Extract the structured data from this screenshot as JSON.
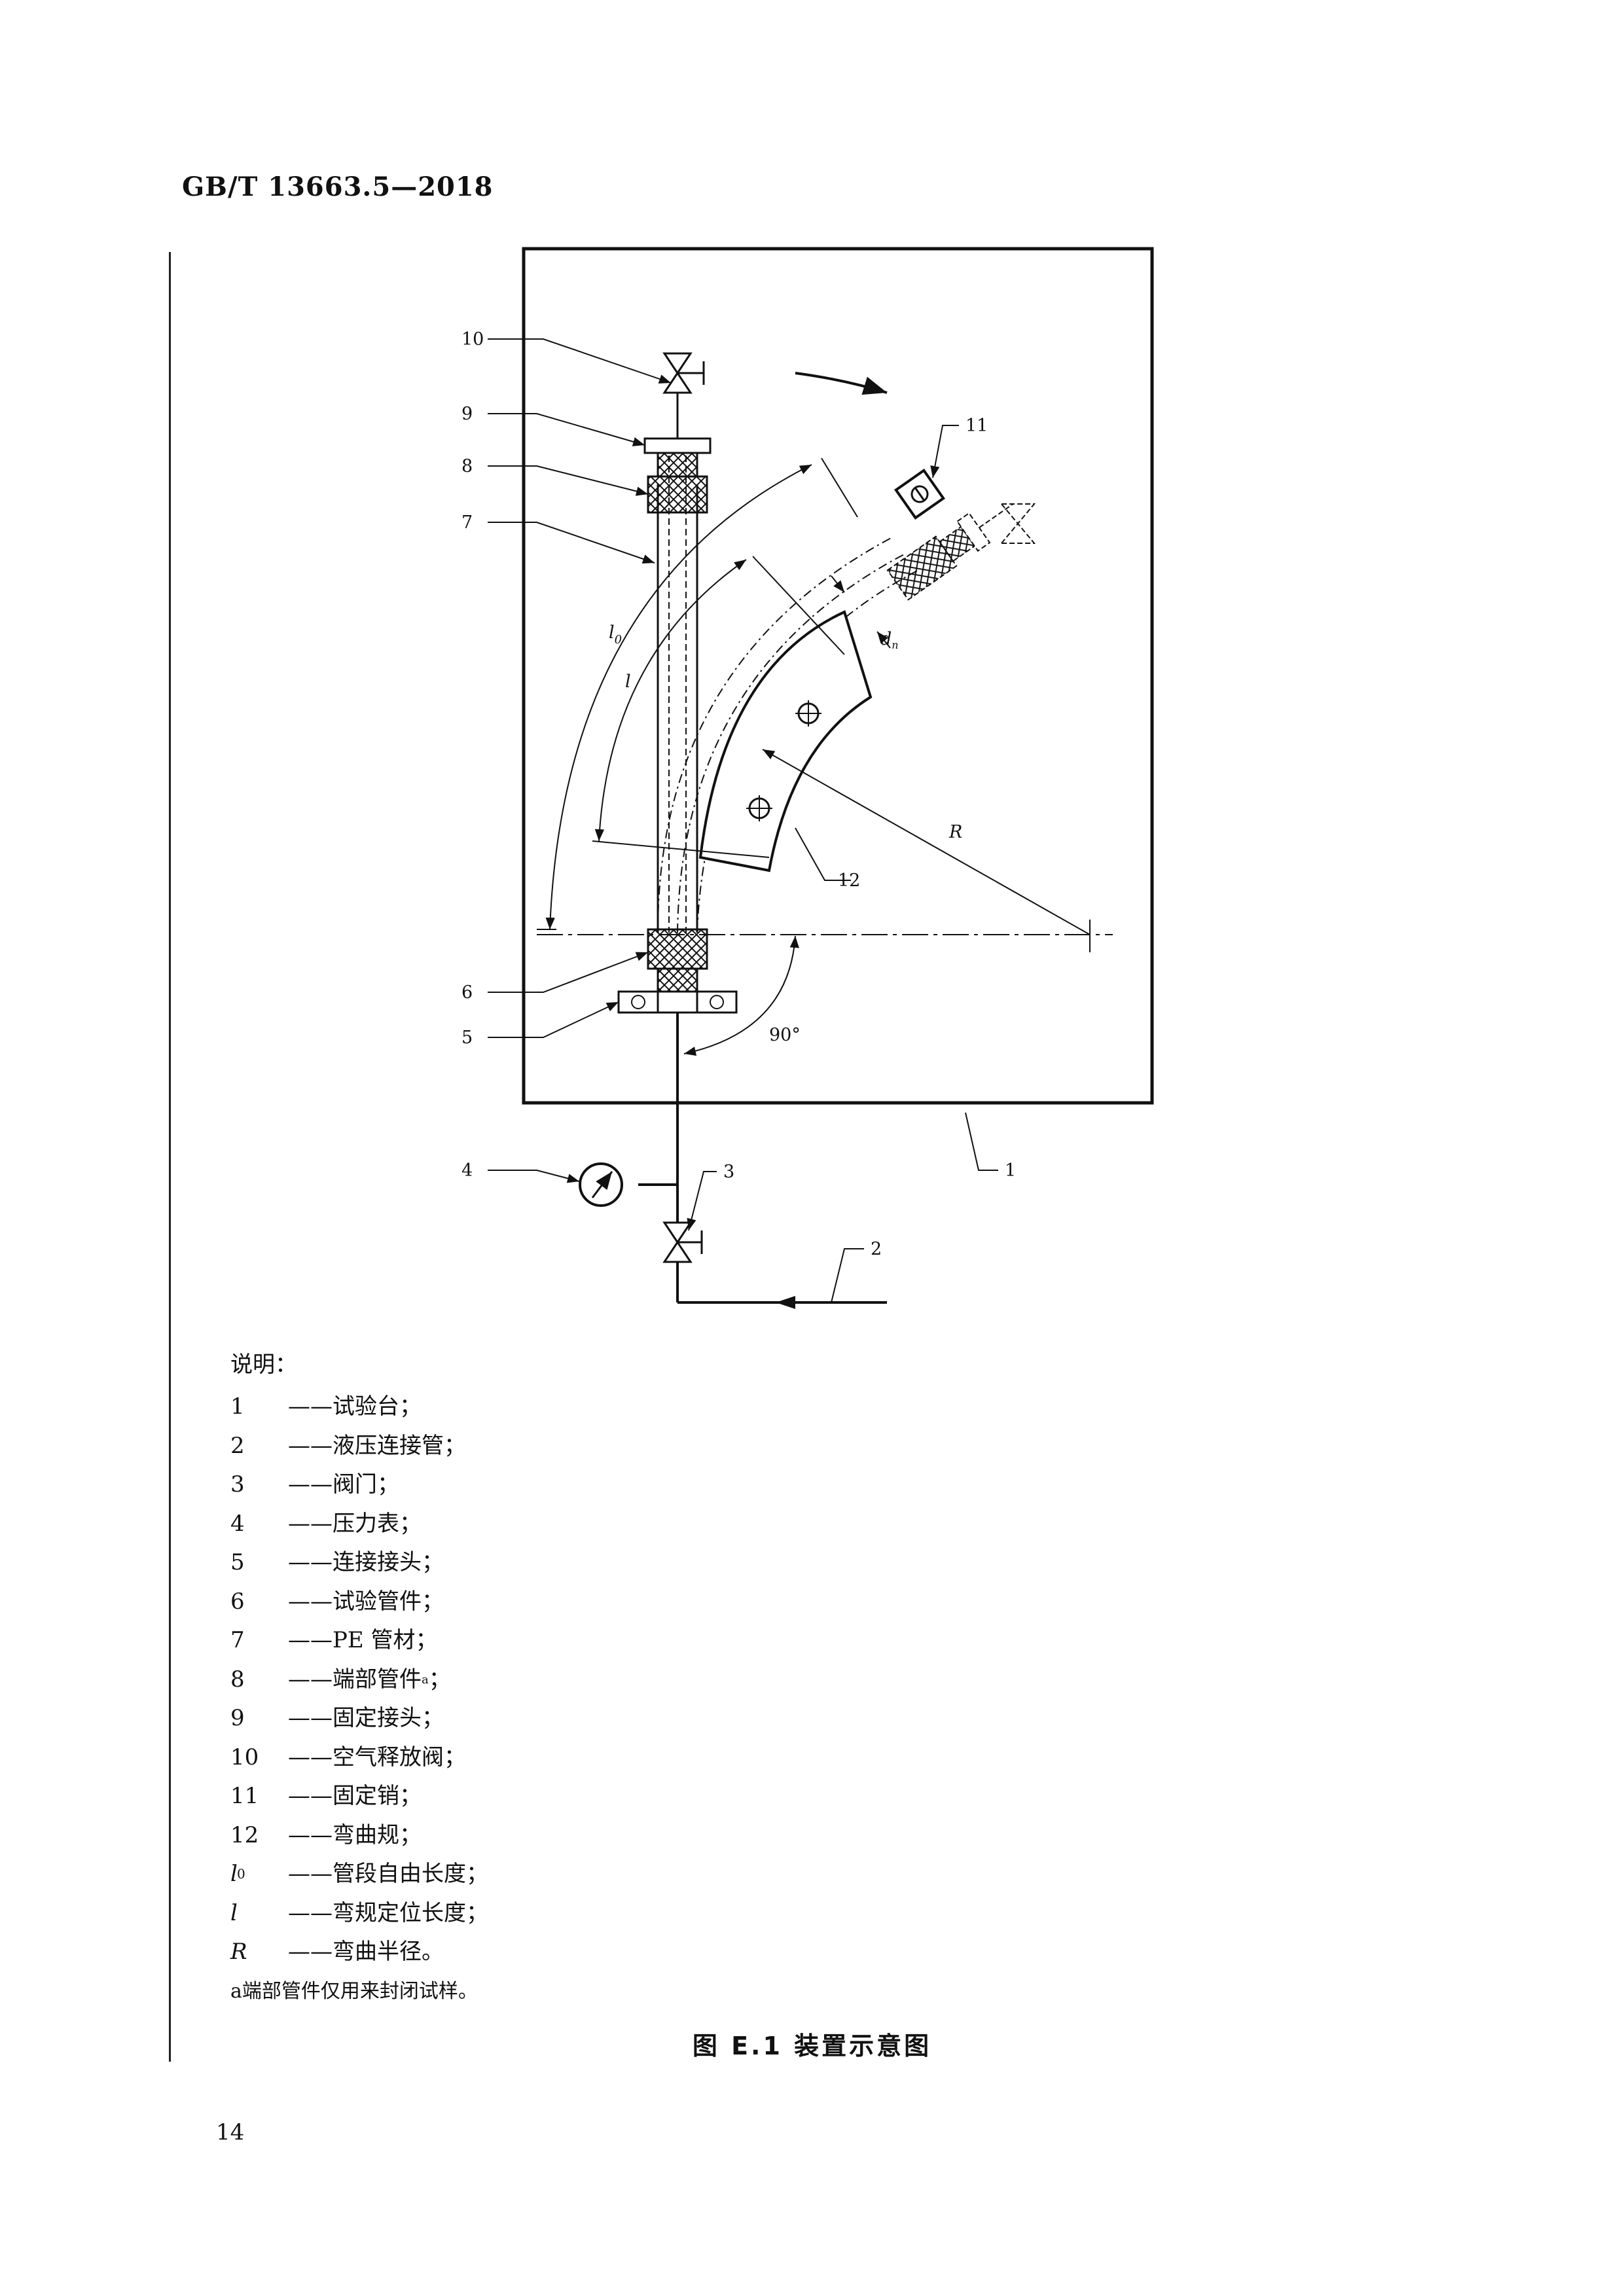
{
  "header": {
    "standard_number": "GB/T  13663.5—2018"
  },
  "figure": {
    "callouts": [
      "1",
      "2",
      "3",
      "4",
      "5",
      "6",
      "7",
      "8",
      "9",
      "10",
      "11",
      "12"
    ],
    "dims": {
      "l0": "l",
      "l0_sub": "0",
      "l": "l",
      "dn": "d",
      "dn_sub": "n",
      "R": "R",
      "angle": "90°"
    }
  },
  "legend": {
    "title": "说明：",
    "items": [
      {
        "key": "1",
        "text": "——试验台；"
      },
      {
        "key": "2",
        "text": "——液压连接管；"
      },
      {
        "key": "3",
        "text": "——阀门；"
      },
      {
        "key": "4",
        "text": "——压力表；"
      },
      {
        "key": "5",
        "text": "——连接接头；"
      },
      {
        "key": "6",
        "text": "——试验管件；"
      },
      {
        "key": "7",
        "text": "——PE 管材；"
      },
      {
        "key": "8",
        "text": "——端部管件",
        "note_mark": "a",
        "tail": "；"
      },
      {
        "key": "9",
        "text": "——固定接头；"
      },
      {
        "key": "10",
        "text": "——空气释放阀；"
      },
      {
        "key": "11",
        "text": "——固定销；"
      },
      {
        "key": "12",
        "text": "——弯曲规；"
      },
      {
        "key": "l",
        "sub": "0",
        "text": "——管段自由长度；"
      },
      {
        "key": "l",
        "text": "——弯规定位长度；"
      },
      {
        "key": "R",
        "text": "——弯曲半径。"
      }
    ],
    "footnote": {
      "mark": "a",
      "text": " 端部管件仅用来封闭试样。"
    }
  },
  "caption": "图 E.1   装置示意图",
  "page_number": "14"
}
